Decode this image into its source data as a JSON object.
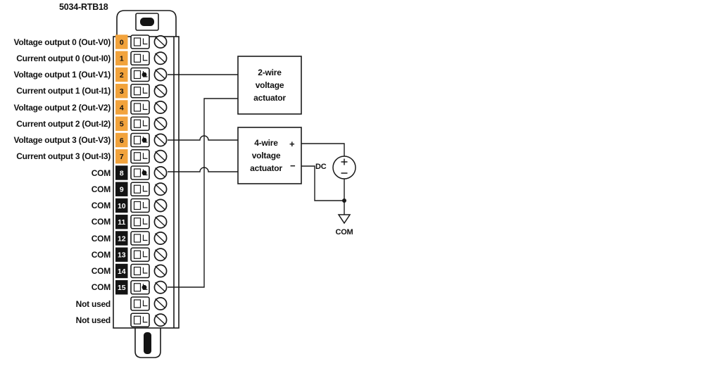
{
  "title": "5034-RTB18",
  "module": {
    "rows": [
      {
        "num": "0",
        "label": "Voltage output 0 (Out-V0)",
        "badge": "orange",
        "connected": false
      },
      {
        "num": "1",
        "label": "Current output 0 (Out-I0)",
        "badge": "orange",
        "connected": false
      },
      {
        "num": "2",
        "label": "Voltage output 1 (Out-V1)",
        "badge": "orange",
        "connected": true
      },
      {
        "num": "3",
        "label": "Current output 1 (Out-I1)",
        "badge": "orange",
        "connected": false
      },
      {
        "num": "4",
        "label": "Voltage output 2 (Out-V2)",
        "badge": "orange",
        "connected": false
      },
      {
        "num": "5",
        "label": "Current output 2 (Out-I2)",
        "badge": "orange",
        "connected": false
      },
      {
        "num": "6",
        "label": "Voltage output 3 (Out-V3)",
        "badge": "orange",
        "connected": true
      },
      {
        "num": "7",
        "label": "Current output 3 (Out-I3)",
        "badge": "orange",
        "connected": false
      },
      {
        "num": "8",
        "label": "COM",
        "badge": "black",
        "connected": true
      },
      {
        "num": "9",
        "label": "COM",
        "badge": "black",
        "connected": false
      },
      {
        "num": "10",
        "label": "COM",
        "badge": "black",
        "connected": false
      },
      {
        "num": "11",
        "label": "COM",
        "badge": "black",
        "connected": false
      },
      {
        "num": "12",
        "label": "COM",
        "badge": "black",
        "connected": false
      },
      {
        "num": "13",
        "label": "COM",
        "badge": "black",
        "connected": false
      },
      {
        "num": "14",
        "label": "COM",
        "badge": "black",
        "connected": false
      },
      {
        "num": "15",
        "label": "COM",
        "badge": "black",
        "connected": true
      },
      {
        "num": "",
        "label": "Not used",
        "badge": "none",
        "connected": false
      },
      {
        "num": "",
        "label": "Not used",
        "badge": "none",
        "connected": false
      }
    ]
  },
  "actuators": {
    "two_wire": {
      "l1": "2-wire",
      "l2": "voltage",
      "l3": "actuator"
    },
    "four_wire": {
      "l1": "4-wire",
      "l2": "voltage",
      "l3": "actuator",
      "plus": "+",
      "minus": "−"
    }
  },
  "supply": {
    "label": "DC",
    "ground_label": "COM"
  },
  "colors": {
    "terminal_orange": "#F2A33C",
    "terminal_black": "#141414",
    "line": "#1a1a1a"
  }
}
